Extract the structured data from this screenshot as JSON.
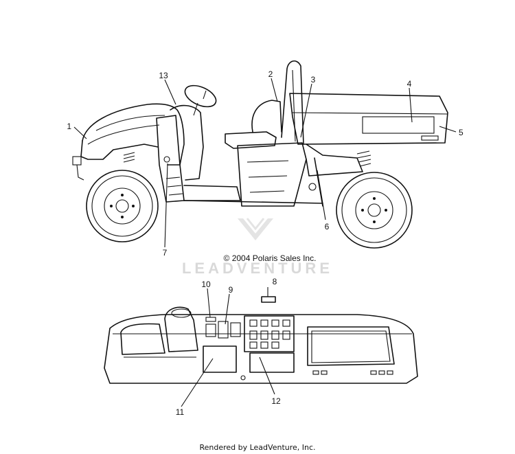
{
  "copyright": "© 2004 Polaris Sales Inc.",
  "watermark": "LEADVENTURE",
  "footer": "Rendered by LeadVenture, Inc.",
  "callouts": {
    "c1": "1",
    "c2": "2",
    "c3": "3",
    "c4": "4",
    "c5": "5",
    "c6": "6",
    "c7": "7",
    "c8": "8",
    "c9": "9",
    "c10": "10",
    "c11": "11",
    "c12": "12",
    "c13": "13"
  }
}
